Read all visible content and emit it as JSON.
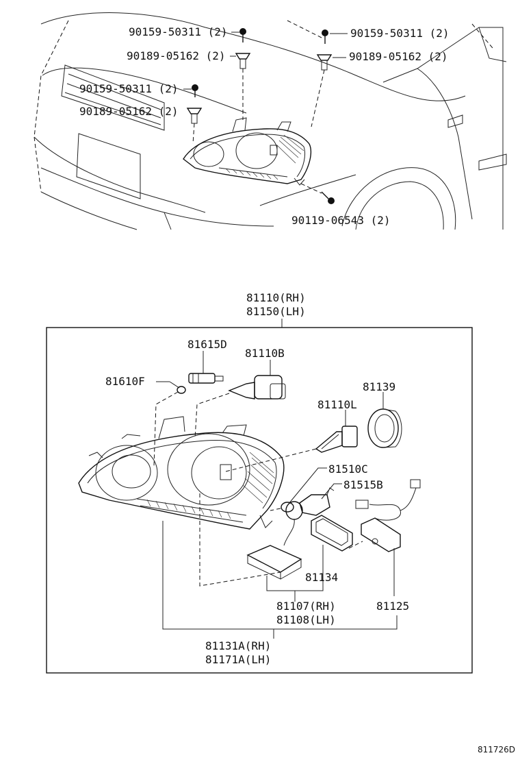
{
  "top_view": {
    "callouts": [
      {
        "part": "90159-50311",
        "qty": "(2)"
      },
      {
        "part": "90189-05162",
        "qty": "(2)"
      },
      {
        "part": "90159-50311",
        "qty": "(2)"
      },
      {
        "part": "90189-05162",
        "qty": "(2)"
      },
      {
        "part": "90159-50311",
        "qty": "(2)"
      },
      {
        "part": "90189-05162",
        "qty": "(2)"
      },
      {
        "part": "90119-06543",
        "qty": "(2)"
      }
    ]
  },
  "assembly": {
    "header": {
      "line1": "81110(RH)",
      "line2": "81150(LH)"
    },
    "parts": {
      "p81615D": "81615D",
      "p81110B": "81110B",
      "p81610F": "81610F",
      "p81139": "81139",
      "p81110L": "81110L",
      "p81510C": "81510C",
      "p81515B": "81515B",
      "p81134": "81134",
      "p81107": "81107(RH)",
      "p81108": "81108(LH)",
      "p81125": "81125",
      "p81131A": "81131A(RH)",
      "p81171A": "81171A(LH)"
    }
  },
  "diagram_code": "811726D"
}
